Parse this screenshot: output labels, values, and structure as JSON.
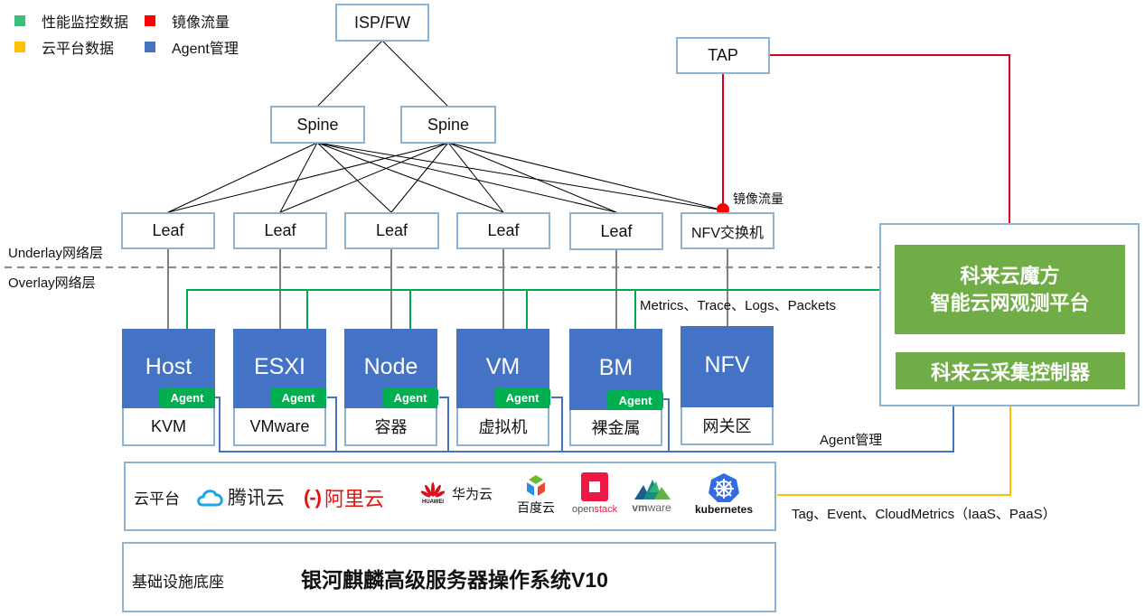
{
  "legend": [
    {
      "label": "性能监控数据",
      "color": "#3cbf7a"
    },
    {
      "label": "镜像流量",
      "color": "#ff0000"
    },
    {
      "label": "云平台数据",
      "color": "#ffc000"
    },
    {
      "label": "Agent管理",
      "color": "#4472c4"
    }
  ],
  "nodes": {
    "isp": "ISP/FW",
    "tap": "TAP",
    "spines": [
      "Spine",
      "Spine"
    ],
    "leaves": [
      "Leaf",
      "Leaf",
      "Leaf",
      "Leaf",
      "Leaf"
    ],
    "nfv_switch": "NFV交换机"
  },
  "layers": {
    "underlay": "Underlay网络层",
    "overlay": "Overlay网络层"
  },
  "mirror_label": "镜像流量",
  "metrics_label": "Metrics、Trace、Logs、Packets",
  "agent_mgmt_label": "Agent管理",
  "cloud_data_label": "Tag、Event、CloudMetrics（IaaS、PaaS）",
  "hosts": [
    {
      "top": "Host",
      "bottom": "KVM",
      "agent": "Agent"
    },
    {
      "top": "ESXI",
      "bottom": "VMware",
      "agent": "Agent"
    },
    {
      "top": "Node",
      "bottom": "容器",
      "agent": "Agent"
    },
    {
      "top": "VM",
      "bottom": "虚拟机",
      "agent": "Agent"
    },
    {
      "top": "BM",
      "bottom": "裸金属",
      "agent": "Agent"
    },
    {
      "top": "NFV",
      "bottom": "网关区"
    }
  ],
  "platform": {
    "line1": "科来云魔方",
    "line2": "智能云网观测平台",
    "controller": "科来云采集控制器"
  },
  "cloud_platforms": {
    "label": "云平台",
    "vendors": [
      {
        "name": "腾讯云",
        "icon": "tencent-cloud-logo"
      },
      {
        "name": "阿里云",
        "icon": "aliyun-logo",
        "glyph": "(-)"
      },
      {
        "name": "华为云",
        "icon": "huawei-cloud-logo",
        "sub": "HUAWEI"
      },
      {
        "name": "百度云",
        "icon": "baidu-cloud-logo"
      },
      {
        "name": "openstack",
        "icon": "openstack-logo",
        "part1": "open",
        "part2": "stack"
      },
      {
        "name": "vmware",
        "icon": "vmware-logo",
        "part1": "vm",
        "part2": "ware"
      },
      {
        "name": "kubernetes",
        "icon": "kubernetes-logo"
      }
    ]
  },
  "infrastructure": {
    "label": "基础设施底座",
    "os": "银河麒麟高级服务器操作系统V10"
  }
}
